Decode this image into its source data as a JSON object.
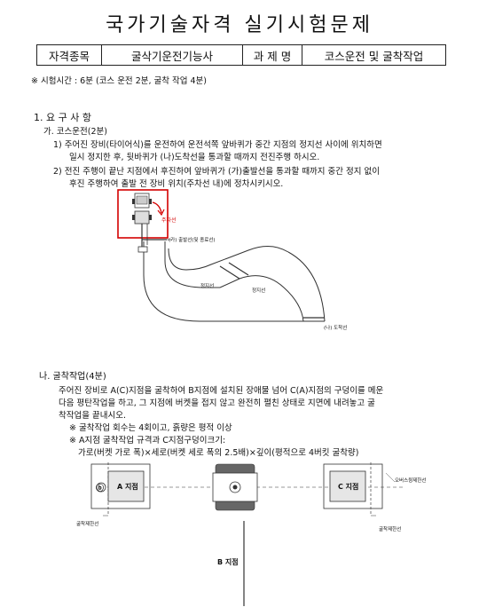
{
  "title": "국가기술자격 실기시험문제",
  "header": {
    "field_label": "자격종목",
    "field_value": "굴삭기운전기능사",
    "task_label": "과 제 명",
    "task_value": "코스운전 및 굴착작업"
  },
  "exam_time": "※ 시험시간 : 6분 (코스 운전 2분, 굴착 작업 4분)",
  "section1": {
    "heading": "1. 요 구 사 항",
    "sub_a": {
      "heading": "가. 코스운전(2분)",
      "items": [
        "1) 주어진 장비(타이어식)를 운전하여 운전석쪽 앞바퀴가 중간 지점의 정지선 사이에 위치하면",
        "일시 정지한 후, 뒷바퀴가 (나)도착선을 통과할 때까지 전진주행 하시오.",
        "2) 전진 주행이 끝난 지점에서 후진하여 앞바퀴가 (가)출발선을 통과할 때까지 중간 정지 없이",
        "후진 주행하여 출발 전 장비 위치(주차선 내)에 정차시키시오."
      ],
      "diagram": {
        "parking_label": "주차선",
        "start_label": "(가) 출발선(및 종료선)",
        "stop_label_1": "정지선",
        "stop_label_2": "정지선",
        "arrival_label": "(나) 도착선"
      }
    },
    "sub_b": {
      "heading": "나. 굴착작업(4분)",
      "lines": [
        "주어진 장비로 A(C)지점을 굴착하여 B지점에 설치된 장애물 넘어 C(A)지점의 구덩이를 메운",
        "다음 평탄작업을 하고, 그 지점에 버켓을 접지 않고 완전히 펼친 상태로 지면에 내려놓고 굴",
        "착작업을 끝내시오."
      ],
      "notes": [
        "※ 굴착작업 회수는 4회이고, 흙량은 평적 이상",
        "※ A지점 굴착작업 규격과 C지점구덩이크기:"
      ],
      "spec": "가로(버켓 가로 폭)×세로(버켓 세로 폭의 2.5배)×깊이(평적으로 4버킷 굴착량)",
      "diagram": {
        "b_marker": "ⓑ",
        "point_a": "A 지점",
        "point_c": "C 지점",
        "point_b": "B 지점",
        "swing_limit_right": "오버스윙제한선",
        "dig_limit_left": "굴착제한선",
        "dig_limit_right": "굴착제한선"
      }
    }
  }
}
